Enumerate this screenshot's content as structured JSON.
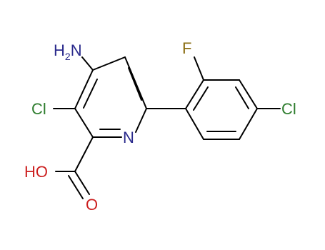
{
  "molecule": {
    "labels": {
      "nh2": {
        "text": "H",
        "sub": "2",
        "suffix": "N",
        "color": "#2a2a8c"
      },
      "n_ring": {
        "text": "N",
        "color": "#2a2a8c"
      },
      "cl_left": {
        "text": "Cl",
        "color": "#2e7d2e"
      },
      "cl_right": {
        "text": "Cl",
        "color": "#2e7d2e"
      },
      "fluorine": {
        "text": "F",
        "color": "#8a6d12"
      },
      "oh": {
        "text": "HO",
        "color": "#cc1f1f"
      },
      "carbonyl_o": {
        "text": "O",
        "color": "#cc1f1f"
      }
    },
    "colors": {
      "bond": "#000000",
      "background": "#ffffff"
    }
  }
}
